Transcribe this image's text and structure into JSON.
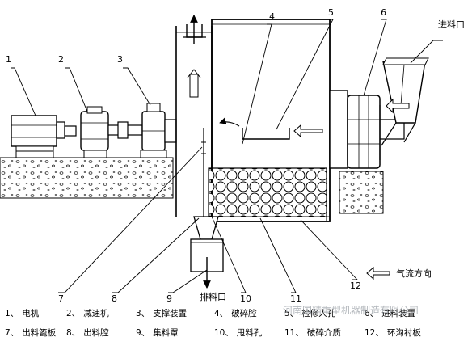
{
  "callouts": [
    "1",
    "2",
    "3",
    "4",
    "5",
    "6",
    "7",
    "8",
    "9",
    "10",
    "11",
    "12"
  ],
  "inlet_label": "进料口",
  "outlet_label": "排料口",
  "airflow_label": "气流方向",
  "legend": [
    {
      "num": "1、",
      "text": "电机"
    },
    {
      "num": "2、",
      "text": "减速机"
    },
    {
      "num": "3、",
      "text": "支撑装置"
    },
    {
      "num": "4、",
      "text": "破碎腔"
    },
    {
      "num": "5、",
      "text": "检修人孔"
    },
    {
      "num": "6、",
      "text": "进料装置"
    },
    {
      "num": "7、",
      "text": "出料篦板"
    },
    {
      "num": "8、",
      "text": "出料腔"
    },
    {
      "num": "9、",
      "text": "集料罩"
    },
    {
      "num": "10、",
      "text": "甩料孔"
    },
    {
      "num": "11、",
      "text": "破碎介质"
    },
    {
      "num": "12、",
      "text": "环沟衬板"
    }
  ],
  "watermark": "河南国精重型机器制造有限公司"
}
